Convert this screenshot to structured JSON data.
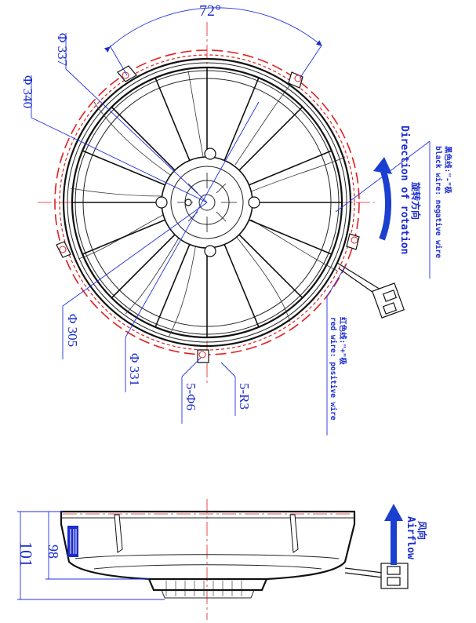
{
  "front_view": {
    "angle_label": "72°",
    "dimensions": {
      "d337": "Φ 337",
      "d340": "Φ 340",
      "d305": "Φ 305",
      "d331": "Φ 331",
      "holes": "5-Φ6",
      "radius": "5-R3"
    },
    "rotation": {
      "label_cn": "旋转方向",
      "label_en": "Direction of rotation"
    },
    "wires": {
      "black_cn": "黑色线:\"-\"极",
      "black_en": "black wire: negative wire",
      "red_cn": "红色线:\"+\"极",
      "red_en": "red wire: positive wire"
    }
  },
  "side_view": {
    "dim_total": "101",
    "dim_body": "98",
    "airflow_cn": "风向",
    "airflow_en": "Airflow"
  },
  "colors": {
    "dimension": "#1b2bd0",
    "centerline": "#e02020",
    "outline": "#111111",
    "arrow": "#1b3fd0"
  }
}
